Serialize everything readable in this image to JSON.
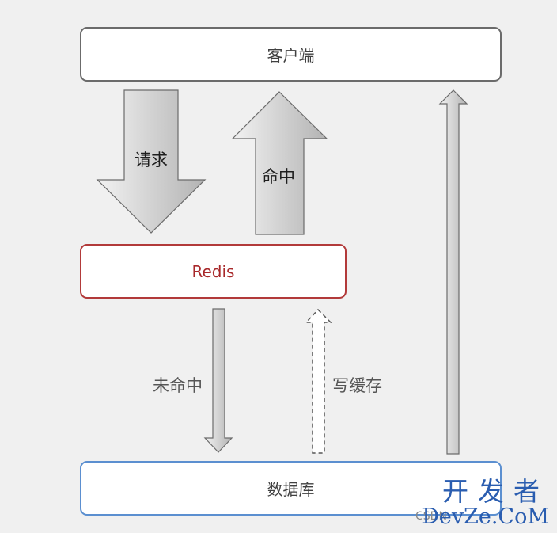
{
  "nodes": {
    "client": "客户端",
    "redis": "Redis",
    "database": "数据库"
  },
  "edges": {
    "request": "请求",
    "hit": "命中",
    "miss": "未命中",
    "write_cache": "写缓存"
  },
  "watermark": {
    "cn": "开发者",
    "en": "DevZe.CoM",
    "csdn": "CSDN"
  },
  "colors": {
    "background": "#f0f0f0",
    "redis_accent": "#b23a3a",
    "database_accent": "#5b8fd0",
    "client_border": "#6b6b6b",
    "watermark": "#2a5db0"
  }
}
